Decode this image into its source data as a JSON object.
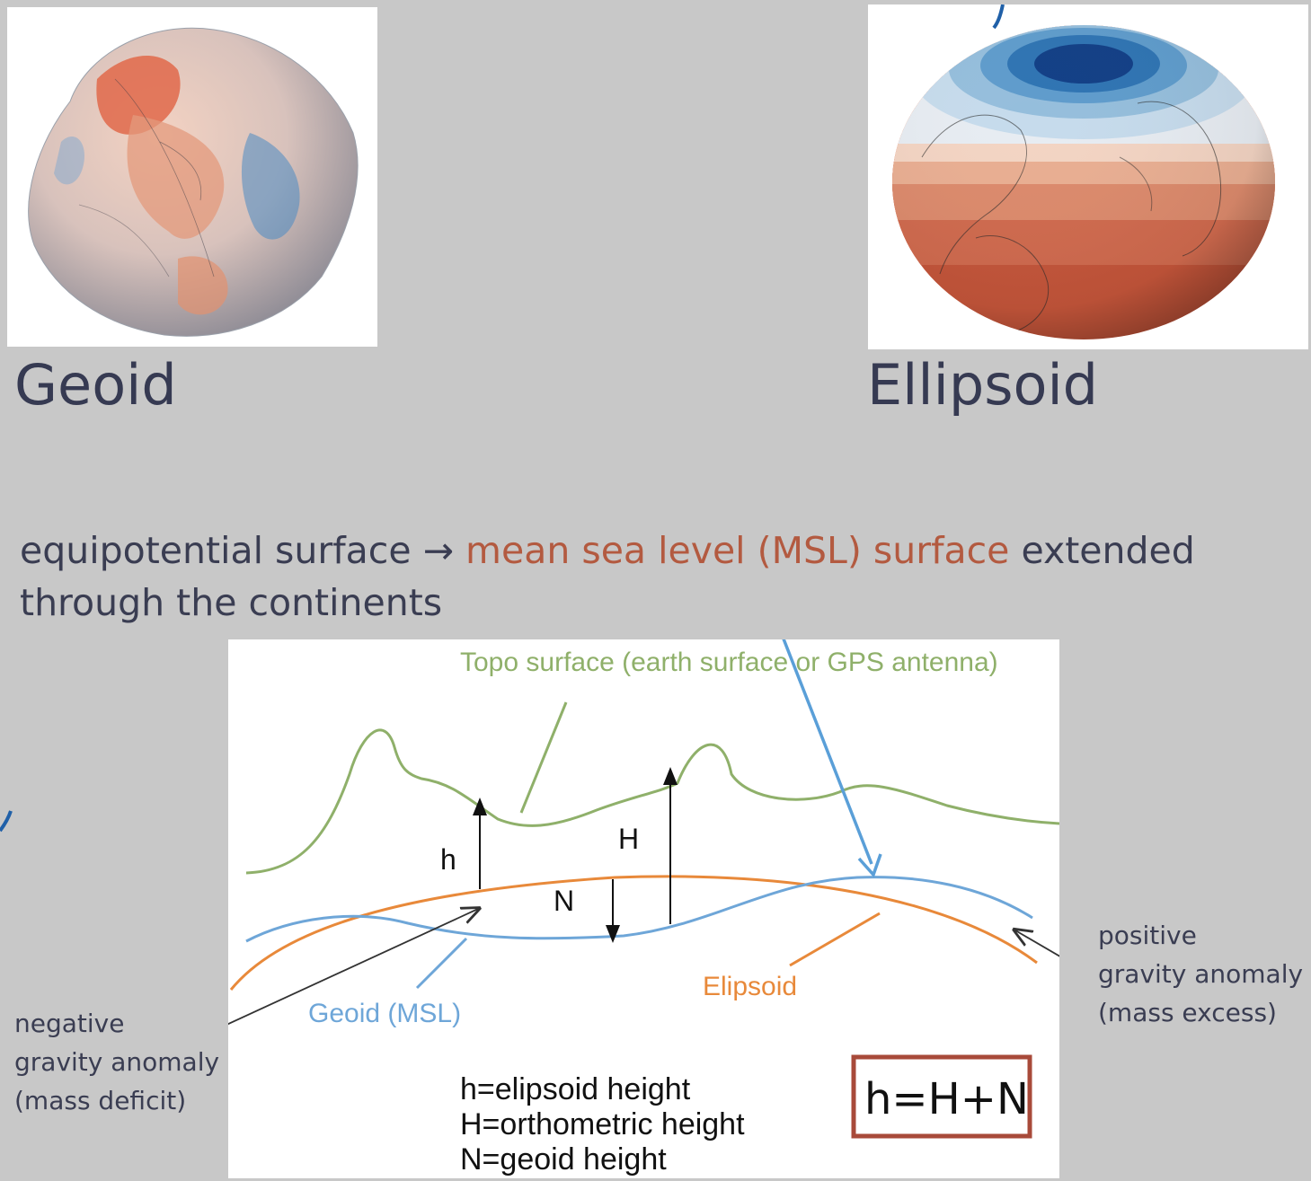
{
  "titles": {
    "geoid": "Geoid",
    "ellipsoid": "Ellipsoid"
  },
  "caption": {
    "part1": "equipotential surface",
    "arrow": "→",
    "msl": "mean sea level (MSL) surface",
    "part2": "extended through the continents"
  },
  "diagram": {
    "topo_label": "Topo surface (earth surface or GPS antenna)",
    "h_label": "h",
    "H_label": "H",
    "N_label": "N",
    "geoid_label": "Geoid (MSL)",
    "ellipsoid_label": "Elipsoid",
    "legend": [
      "h=elipsoid height",
      "H=orthometric height",
      "N=geoid height"
    ],
    "formula": "h=H+N"
  },
  "notes": {
    "negative": [
      "negative",
      "gravity anomaly",
      "(mass deficit)"
    ],
    "positive": [
      "positive",
      "gravity anomaly",
      "(mass excess)"
    ]
  },
  "colors": {
    "topo": "#8fb06a",
    "geoid_line": "#6ea6d8",
    "ellipsoid_line": "#e8893a",
    "msl_text": "#b35a40",
    "formula_border": "#a84a3a",
    "annotation_arrow": "#5a9fd8"
  }
}
